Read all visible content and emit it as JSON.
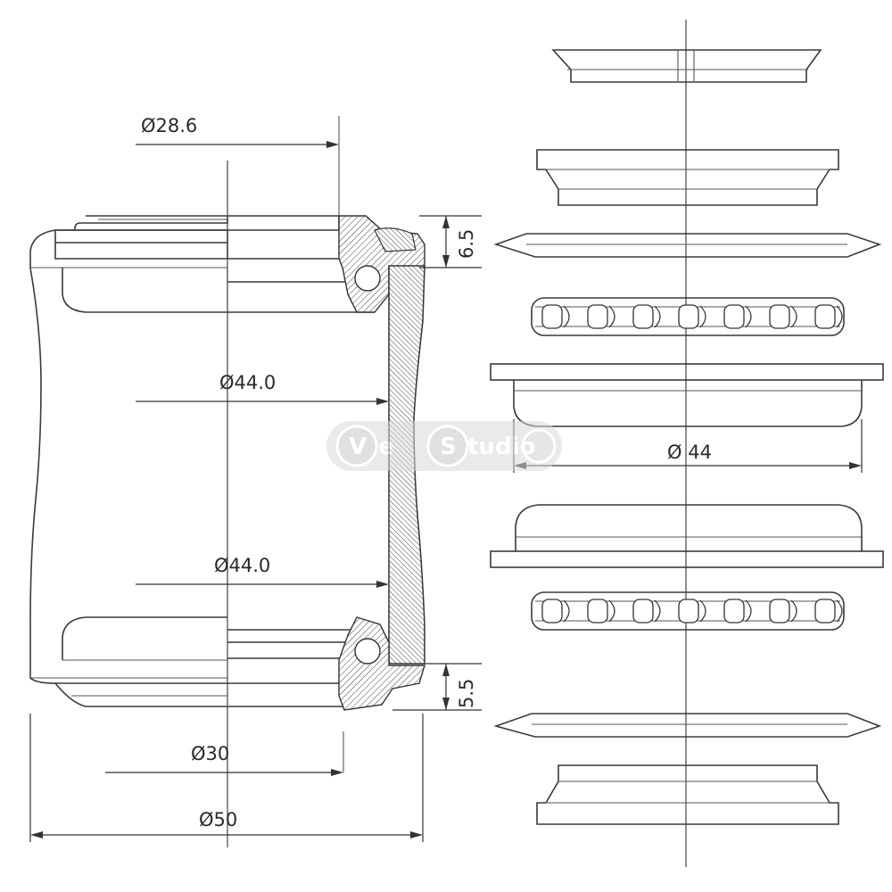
{
  "dimensions": {
    "steerer": "Ø28.6",
    "top_cup_od": "Ø44.0",
    "bottom_cup_od": "Ø44.0",
    "crown_race": "Ø30",
    "head_tube_od": "Ø50",
    "top_height": "6.5",
    "bottom_height": "5.5",
    "exploded_cup": "Ø 44"
  },
  "watermark": {
    "left_letter": "V",
    "left_rest": "e",
    "right_letter": "S",
    "right_rest": "tudio"
  }
}
